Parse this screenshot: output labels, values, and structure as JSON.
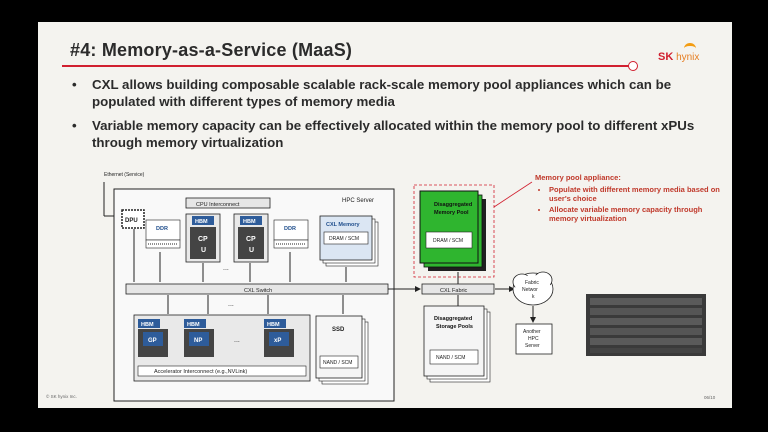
{
  "slide": {
    "title": "#4: Memory-as-a-Service (MaaS)",
    "logo": {
      "sk": "SK",
      "hynix": "hynix"
    },
    "bullets": [
      "CXL allows building composable scalable rack-scale memory pool appliances which can be populated with different types of memory media",
      "Variable memory capacity can be effectively allocated within the memory pool to different xPUs through memory virtualization"
    ],
    "footer_left": "© SK hynix Inc.",
    "footer_right": "06/10"
  },
  "diagram": {
    "ethernet": "Ethernet (Service)",
    "hpc_server": "HPC Server",
    "dpu": "DPU",
    "cpu_interconnect": "CPU Interconnect",
    "hbm": "HBM",
    "cpu": "CP\nU",
    "ddr": "DDR",
    "ellipsis": "...",
    "cxl_memory": "CXL Memory",
    "dram_scm": "DRAM / SCM",
    "cxl_switch": "CXL Switch",
    "ssd": "SSD",
    "nand_scm": "NAND / SCM",
    "accel_interconnect": "Accelerator Interconnect (e.g.,NVLink)",
    "disagg_memory": "Disaggregated Memory Pool",
    "disagg_storage": "Disaggregated Storage Pools",
    "cxl_fabric": "CXL Fabric",
    "fabric_network": "Fabric Networ k",
    "another_hpc": "Another HPC Server"
  },
  "note": {
    "heading": "Memory pool appliance:",
    "items": [
      "Populate with different memory media based on user's choice",
      "Allocate variable memory capacity through memory virtualization"
    ]
  },
  "colors": {
    "accent": "#d11f2f",
    "memory_pool_green": "#2fb52f",
    "hbm_blue": "#2e5c9a",
    "cxl_memory_blue": "#5b8fc9"
  }
}
